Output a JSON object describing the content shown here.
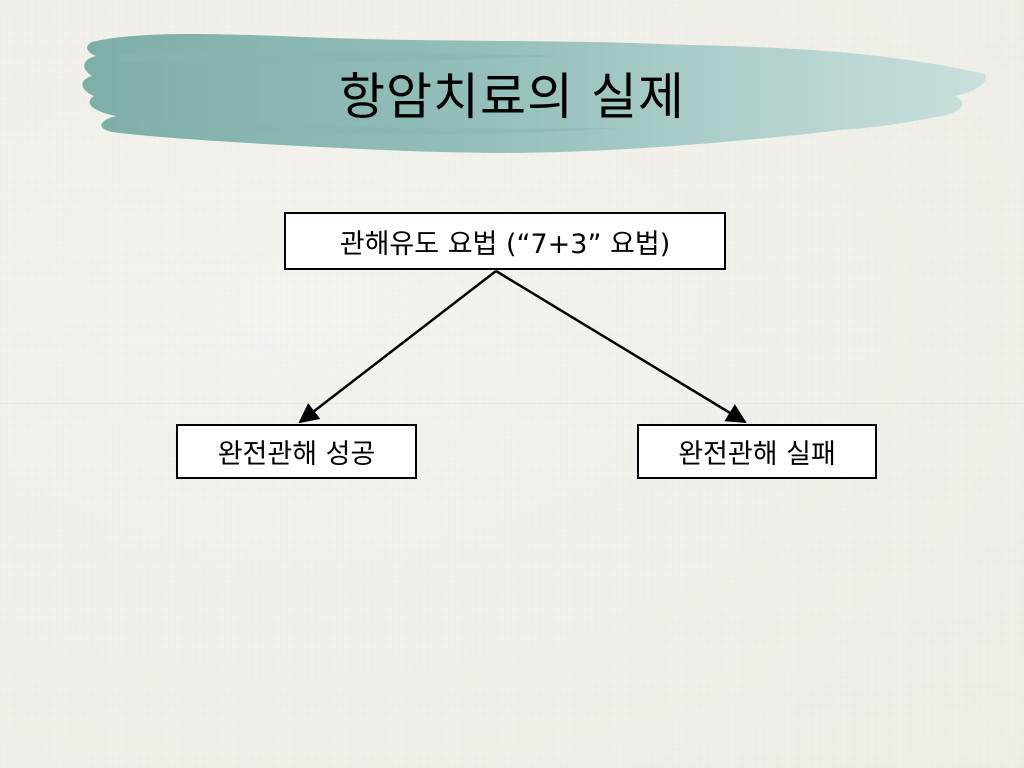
{
  "slide": {
    "title": "항암치료의 실제"
  },
  "diagram": {
    "root": {
      "label": "관해유도 요법 (“7+3” 요법)"
    },
    "children": [
      {
        "label": "완전관해 성공"
      },
      {
        "label": "완전관해 실패"
      }
    ]
  },
  "colors": {
    "background": "#f1f0ea",
    "brush_stroke": "#8fb9b4",
    "box_border": "#000000",
    "box_fill": "#ffffff",
    "text": "#000000"
  }
}
